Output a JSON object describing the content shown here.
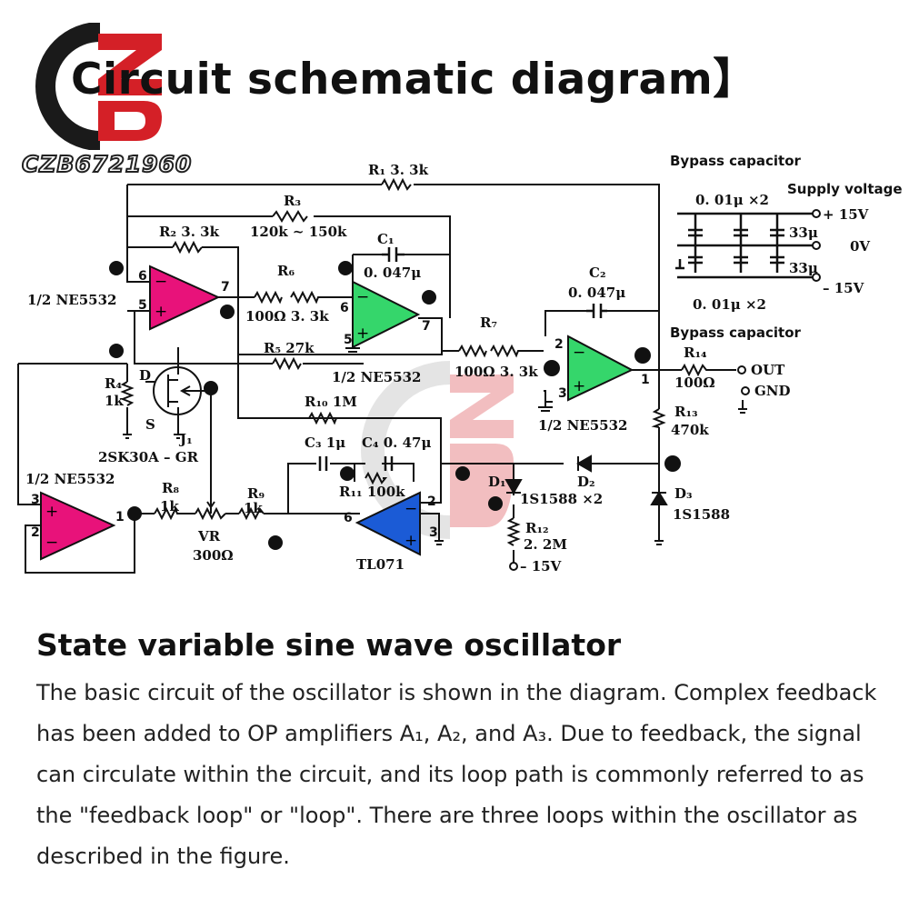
{
  "heading": {
    "text": "Circuit schematic diagram",
    "bracket": "】"
  },
  "logo": {
    "text": "CZB6721960",
    "letters": [
      "C",
      "Z",
      "B"
    ],
    "colors": {
      "dark": "#1a1a1a",
      "red": "#d42027"
    }
  },
  "schematic": {
    "colors": {
      "wire": "#111111",
      "pink_opamp": "#e8127a",
      "green_opamp": "#35d66b",
      "blue_opamp": "#1b5bd6",
      "watermark": "#d9d9d9"
    },
    "opamps": {
      "a1": {
        "pin_inv": "6",
        "pin_noninv": "5",
        "pin_out": "7"
      },
      "a2": {
        "pin_inv": "6",
        "pin_noninv": "5",
        "pin_out": "7"
      },
      "a3": {
        "pin_inv": "2",
        "pin_noninv": "3",
        "pin_out": "1"
      },
      "a4": {
        "pin_noninv": "3",
        "pin_inv": "2",
        "pin_out": "1"
      },
      "a5": {
        "pin_inv": "2",
        "pin_noninv": "3",
        "pin_out": "6"
      }
    },
    "labels": {
      "r1": "R₁ 3. 3k",
      "r2": "R₂ 3. 3k",
      "r3": "R₃",
      "r3_value": "120k ~ 150k",
      "c1": "C₁",
      "c1_value": "0. 047μ",
      "r6": "R₆",
      "r6_value": "100Ω 3. 3k",
      "c2": "C₂",
      "c2_value": "0. 047μ",
      "r7": "R₇",
      "r7_value": "100Ω 3. 3k",
      "r5": "R₅ 27k",
      "r4": "R₄",
      "r4_value": "1k",
      "d_pin": "D",
      "s_pin": "S",
      "j1": "J₁",
      "jfet": "2SK30A – GR",
      "r10": "R₁₀ 1M",
      "c3": "C₃ 1μ",
      "c4": "C₄ 0. 47μ",
      "r11": "R₁₁ 100k",
      "r8": "R₈",
      "r8_value": "1k",
      "r9": "R₉",
      "r9_value": "1k",
      "vr": "VR",
      "vr_value": "300Ω",
      "tl071": "TL071",
      "d1": "D₁",
      "d1_part": "1S1588 ×2",
      "d2": "D₂",
      "r12": "R₁₂",
      "r12_value": "2. 2M",
      "neg15_bottom": "– 15V",
      "r14": "R₁₄",
      "r14_value": "100Ω",
      "out": "OUT",
      "gnd": "GND",
      "r13": "R₁₃",
      "r13_value": "470k",
      "d3": "D₃",
      "d3_part": "1S1588",
      "ne5532_a1": "1/2 NE5532",
      "ne5532_a2": "1/2 NE5532",
      "ne5532_a3": "1/2 NE5532",
      "ne5532_a4": "1/2 NE5532",
      "bypass_top": "Bypass capacitor",
      "bypass_bottom": "Bypass capacitor",
      "supply": "Supply voltage",
      "bypass_c_top": "0. 01μ ×2",
      "bypass_c_bottom": "0. 01μ ×2",
      "v_pos": "+ 15V",
      "v_zero": "0V",
      "v_neg": "– 15V",
      "cap33_top": "33μ",
      "cap33_bottom": "33μ"
    }
  },
  "section": {
    "title": "State variable sine wave oscillator",
    "paragraph_lines": [
      "The basic circuit of the oscillator is shown in the diagram. Complex feedback",
      "has been added to OP amplifiers A₁, A₂, and A₃. Due to feedback, the signal",
      "can circulate within the circuit, and its loop path is commonly referred to as",
      "the \"feedback loop\" or \"loop\". There are three loops within the oscillator as",
      "described in the figure."
    ]
  }
}
